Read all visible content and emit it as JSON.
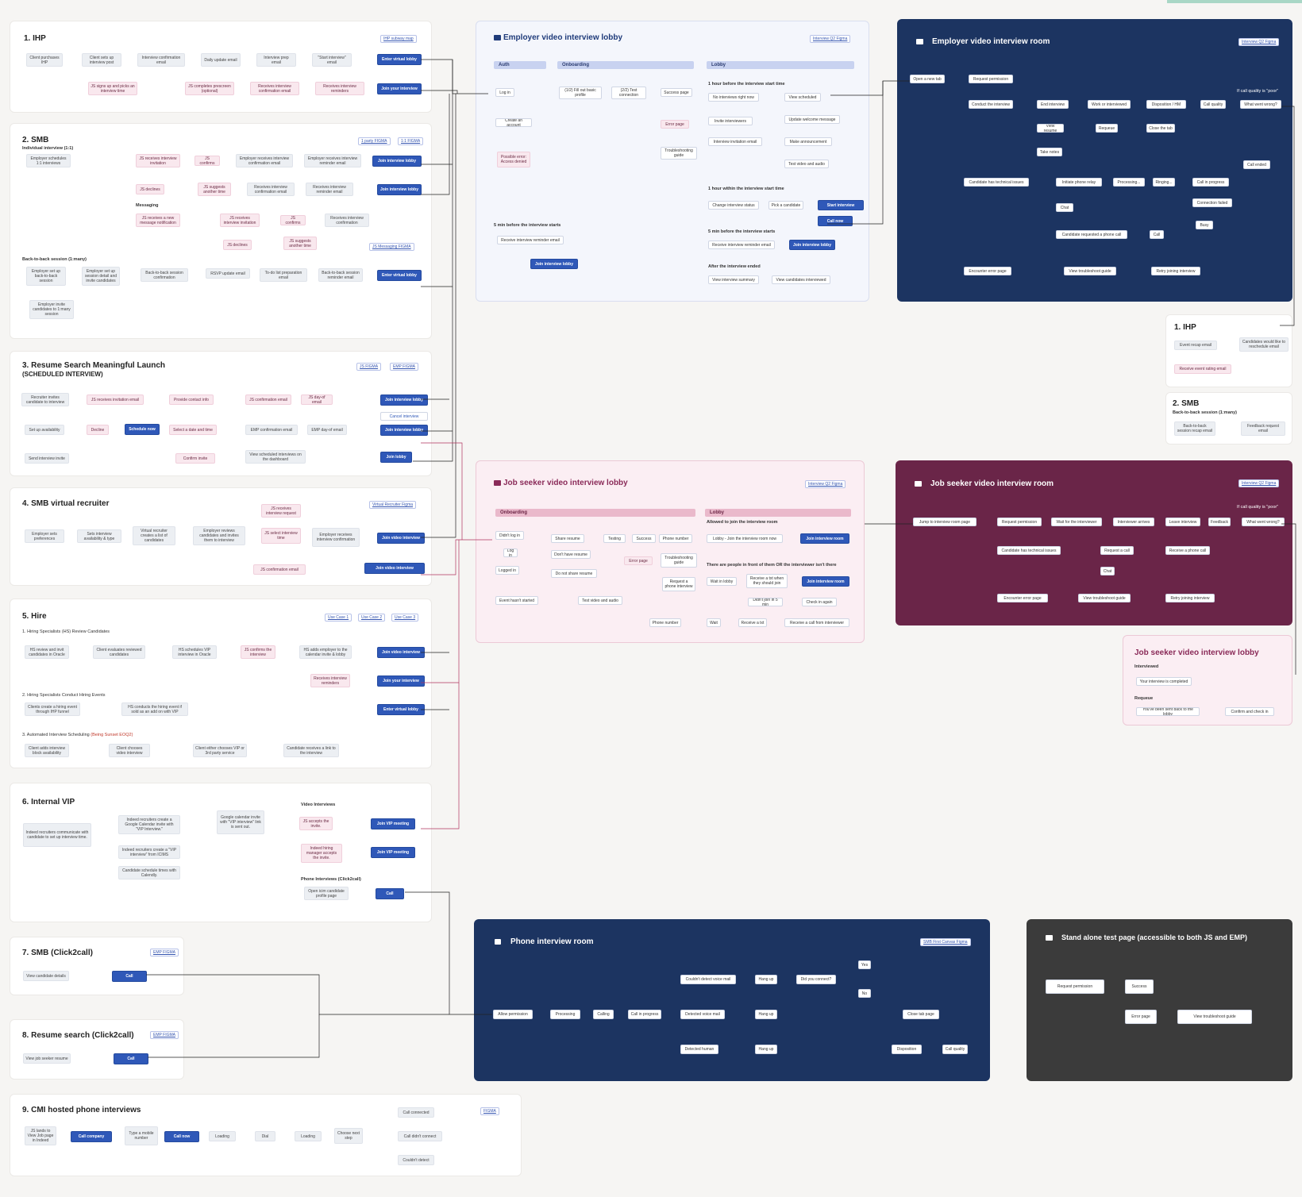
{
  "panels": {
    "ihp": {
      "title": "1. IHP",
      "tag": "IHP subway map"
    },
    "smb": {
      "title": "2. SMB",
      "tags": [
        "1 party FIGMA",
        "1:1 FIGMA"
      ],
      "sub1": "Individual interview (1:1)",
      "sub2": "Messaging",
      "sub3": "Back-to-back session (1:many)",
      "tag_msg": "JS Messaging FIGMA"
    },
    "resume": {
      "title": "3. Resume Search Meaningful Launch",
      "title2": "(SCHEDULED INTERVIEW)",
      "tags": [
        "JS FIGMA",
        "EMP FIGMA"
      ]
    },
    "vr": {
      "title": "4. SMB virtual recruiter",
      "tag": "Virtual Recruiter Figma"
    },
    "hire": {
      "title": "5. Hire",
      "tags": [
        "Use Case 1",
        "Use Case 2",
        "Use Case 3"
      ],
      "sub1": "1. Hiring Specialists (HS) Review Candidates",
      "sub2": "2. Hiring Specialists Conduct Hiring Events",
      "sub3a": "3. Automated Interview Scheduling ",
      "sub3b": "(Being Sunset EOQ2)"
    },
    "vip": {
      "title": "6. Internal VIP",
      "sub1": "Video Interviews",
      "sub2": "Phone Interviews (Click2call)"
    },
    "smbc2c": {
      "title": "7. SMB (Click2call)",
      "tag": "EMP FIGMA"
    },
    "rsc2c": {
      "title": "8. Resume search (Click2call)",
      "tag": "EMP FIGMA"
    },
    "cmi": {
      "title": "9. CMI hosted phone interviews",
      "tag": "FIGMA"
    },
    "emplobby": {
      "title": "Employer video interview lobby",
      "tag": "Interview Q2 Figma",
      "bars": [
        "Auth",
        "Onboarding",
        "Lobby"
      ],
      "s1": "1 hour before the interview start time",
      "s2": "1 hour within the interview start time",
      "s3": "5 min before the interview starts",
      "s4": "After the interview ended",
      "s5": "5 min before the interview starts"
    },
    "emproom": {
      "title": "Employer video interview room",
      "tag": "Interview Q2 Figma",
      "note": "If call quality is \"poor\""
    },
    "jslobby": {
      "title": "Job seeker video interview lobby",
      "tag": "Interview Q2 Figma",
      "bars": [
        "Onboarding",
        "Lobby"
      ],
      "s1": "Allowed to join the interview room",
      "s2": "There are people in front of them OR the interviewer isn't there"
    },
    "jsroom": {
      "title": "Job seeker video interview room",
      "tag": "Interview Q2 Figma",
      "note": "If call quality is \"poor\""
    },
    "ihp2": {
      "title": "1. IHP"
    },
    "smb2": {
      "title": "2. SMB",
      "sub": "Back-to-back session (1:many)"
    },
    "jslobby2": {
      "title": "Job seeker video interview lobby",
      "s1": "Interviewed",
      "s2": "Requeue"
    },
    "phone": {
      "title": "Phone interview room",
      "tag": "SMB First Canvas Figma"
    },
    "standalone": {
      "title": "Stand alone test page (accessible to both JS and EMP)"
    }
  },
  "nodes": {
    "ihp": [
      "Client purchases IHP",
      "Client sets up interview post",
      "Interview confirmation email",
      "Daily update email",
      "Interview prep email",
      "\"Start interview\" email",
      "Enter virtual lobby",
      "JS signs up and picks an interview time",
      "JS completes prescreen (optional)",
      "Receives interview confirmation email",
      "Receives interview reminders",
      "Join your interview"
    ],
    "smb": [
      "Employer schedules 1:1 interviews",
      "JS receives interview invitation",
      "JS confirms",
      "Employer receives interview confirmation email",
      "Employer receives interview reminder email",
      "Join interview lobby",
      "JS declines",
      "JS suggests another time",
      "Receives interview confirmation email",
      "Receives interview reminder email",
      "Join interview lobby",
      "JS receives a new message notification",
      "JS receives interview invitation",
      "JS confirms",
      "Receives interview confirmation",
      "JS declines",
      "JS suggests another time",
      "Employer set up back-to-back session",
      "Employer set up session detail and invite candidates",
      "Back-to-back session confirmation",
      "RSVP update email",
      "To-do list preparation email",
      "Back-to-back session reminder email",
      "Enter virtual lobby",
      "Employer invite candidates to 1:many session"
    ],
    "resume": [
      "Recruiter invites candidate to interview",
      "JS receives invitation email",
      "Provide contact info",
      "JS confirmation email",
      "JS day-of email",
      "Join interview lobby",
      "Cancel interview",
      "Set up availability",
      "Decline",
      "Schedule now",
      "Select a date and time",
      "EMP confirmation email",
      "EMP day-of email",
      "Join interview lobby",
      "Send interview invite",
      "Confirm invite",
      "View scheduled interviews on the dashboard",
      "Join lobby"
    ],
    "vr": [
      "Employer sets preferences",
      "Sets interview availability & type",
      "Virtual recruiter creates a list of candidates",
      "Employer reviews candidates and invites them to interview",
      "JS receives interview request",
      "JS select interview time",
      "Employer receives interview confirmation",
      "Join video interview",
      "JS confirmation email",
      "Join video interview"
    ],
    "hire": [
      "HS review and invit candidates in Oracle",
      "Client evaluates reviewed candidates",
      "HS schedules VIP interview in Oracle",
      "JS confirms the interview",
      "HS adds employer to the calendar invite & lobby",
      "Join video interview",
      "Receives interview reminders",
      "Join your interview",
      "Clients create a hiring event through IHP funnel",
      "HS conducts the hiring event if sold as an add on with VIP",
      "Enter virtual lobby",
      "Client adds interview block availability",
      "Client chooses video interview",
      "Client either chooses VIP or 3rd party service",
      "Candidate receives a link to the interview"
    ],
    "vip": [
      "Indeed recruiters communicate with candidate to set up interview time.",
      "Indeed recruiters create a Google Calendar invite with \"VIP Interview.\"",
      "Indeed recruiters create a \"VIP interview\" from ICIMS",
      "Candidate schedule times with Calendly.",
      "Google calendar invite with \"VIP interview\" link is sent out.",
      "JS accepts the invite.",
      "Indeed hiring manager accepts the invite.",
      "Join VIP meeting",
      "Join VIP meeting",
      "Open icim candidate profile page",
      "Call"
    ],
    "smbc2c": [
      "View candidate details",
      "Call"
    ],
    "rsc2c": [
      "View job seeker resume",
      "Call"
    ],
    "cmi": [
      "JS lands to View Job page in Indeed",
      "Call company",
      "Type a mobile number",
      "Call now",
      "Loading",
      "Dial",
      "Loading",
      "Choose next step",
      "Call connected",
      "Call didn't connect",
      "Couldn't detect"
    ],
    "emplobby": [
      "Log in",
      "Create an account",
      "Possible error: Access denied",
      "(1/2) Fill out basic profile",
      "(2/2) Test connection",
      "Success page",
      "Error page",
      "Troubleshooting guide",
      "No interviews right now",
      "Invite interviewers",
      "Interview invitation email",
      "View scheduled",
      "Update welcome message",
      "Make announcement",
      "Test video and audio",
      "Change interview status",
      "Pick a candidate",
      "Start interview",
      "Call now",
      "Receive interview reminder email",
      "Join interview lobby",
      "View interview summary",
      "View candidates interviewed",
      "Receive interview reminder email",
      "Join interview lobby"
    ],
    "emproom": [
      "Open a new tab",
      "Request permission",
      "Conduct the interview",
      "End interview",
      "Work or interviewed",
      "Disposition / HM",
      "Call quality",
      "What went wrong?",
      "View resume",
      "Requeue",
      "Close the tab",
      "Take notes",
      "Call ended",
      "Candidate has technical issues",
      "Initiate phone relay",
      "Processing...",
      "Ringing...",
      "Call in progress",
      "Chat",
      "Connection failed",
      "Busy",
      "Candidate requested a phone call",
      "Call",
      "Encounter error page",
      "View troubleshoot guide",
      "Retry joining interview"
    ],
    "jslobby": [
      "Didn't log in",
      "Log in",
      "Logged in",
      "Share resume",
      "Don't have resume",
      "Do not share resume",
      "Testing",
      "Success",
      "Error page",
      "Troubleshooting guide",
      "Request a phone interview",
      "Phone number",
      "Lobby - Join the interview room now",
      "Join interview room",
      "Wait in lobby",
      "Receive a txt when they should join",
      "Join interview room",
      "Didn't join in 5 min",
      "Check in again",
      "Event hasn't started",
      "Test video and audio",
      "Phone number",
      "Wait",
      "Receive a txt",
      "Receive a call from interviewer"
    ],
    "jsroom": [
      "Jump to interview room page",
      "Request permission",
      "Wait for the interviewer",
      "Interviewer arrives",
      "Leave interview",
      "Feedback",
      "What went wrong?",
      "Candidate has technical issues",
      "Request a call",
      "Receive a phone call",
      "Chat",
      "Encounter error page",
      "View troubleshoot guide",
      "Retry joining interview"
    ],
    "ihp2": [
      "Event recap email",
      "Candidates would like to reschedule email",
      "Receive event rating email"
    ],
    "smb2": [
      "Back-to-back session recap email",
      "Feedback request email"
    ],
    "jslobby2": [
      "Your interview is completed",
      "You've been sent back to the lobby",
      "Confirm and check in"
    ],
    "phone": [
      "Allow permission",
      "Processing",
      "Calling",
      "Call in progress",
      "Couldn't detect voice mail",
      "Detected voice mail",
      "Detected human",
      "Hang up",
      "Hang up",
      "Hang up",
      "Did you connect?",
      "Yes",
      "No",
      "Close tab page",
      "Disposition",
      "Call quality"
    ],
    "standalone": [
      "Request permission",
      "Success",
      "Error page",
      "View troubleshoot guide"
    ]
  },
  "colors": {
    "navy": "#1c3461",
    "plum": "#6a2548",
    "charcoal": "#3b3b3b",
    "accent": "#2f58b8",
    "pink_node": "#f9e8ee",
    "gray_node": "#eceff3"
  }
}
